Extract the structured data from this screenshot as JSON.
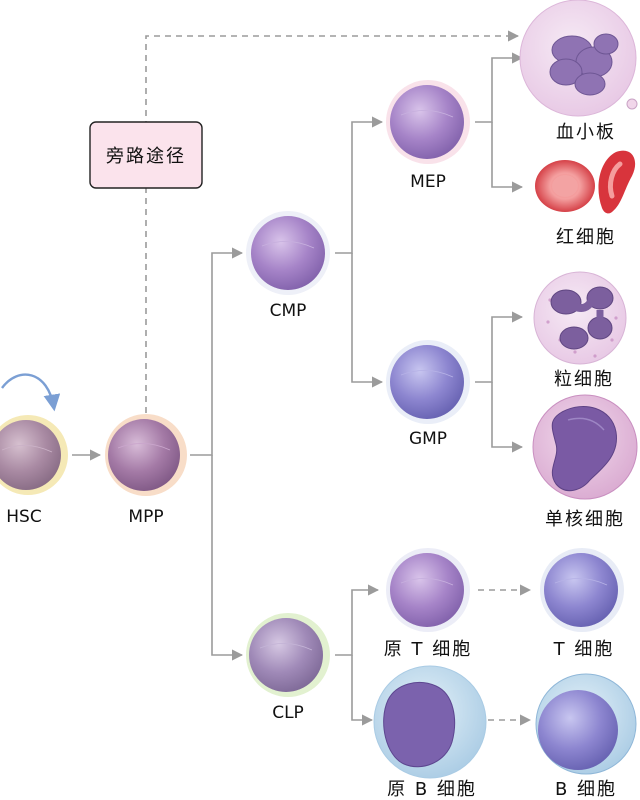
{
  "bypass": {
    "label": "旁路途径"
  },
  "cells": {
    "hsc": "HSC",
    "mpp": "MPP",
    "cmp": "CMP",
    "clp": "CLP",
    "mep": "MEP",
    "gmp": "GMP",
    "platelet": "血小板",
    "rbc": "红细胞",
    "granulocyte": "粒细胞",
    "monocyte": "单核细胞",
    "pro_t": "原 T 细胞",
    "t_cell": "T 细胞",
    "pro_b": "原 B 细胞",
    "b_cell": "B 细胞"
  },
  "colors": {
    "connector": "#9b9b9b",
    "bypass_box_fill": "#fbe3ec",
    "self_renew_arrow": "#7b9fd4"
  }
}
